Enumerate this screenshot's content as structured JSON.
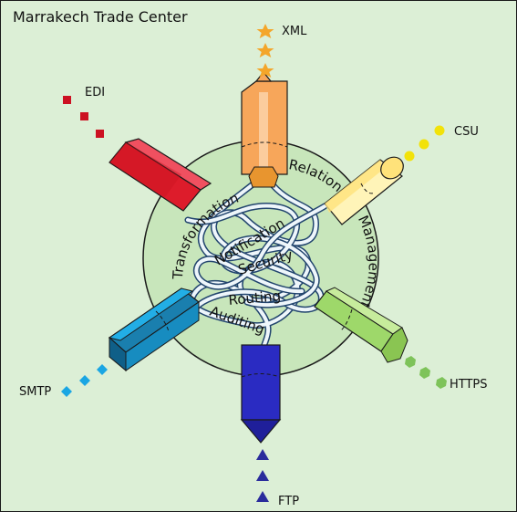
{
  "title": "Marrakech Trade Center",
  "protocols": {
    "xml": "XML",
    "edi": "EDI",
    "csu": "CSU",
    "smtp": "SMTP",
    "https": "HTTPS",
    "ftp": "FTP"
  },
  "services": {
    "transformation": "Transformation",
    "notification": "Notification",
    "security": "Security",
    "routing": "Routing",
    "auditing": "Auditing",
    "relationship_management": "Relationship Management"
  },
  "colors": {
    "xml": "#f7a65a",
    "edi": "#dd1c2b",
    "csu": "#ffe27a",
    "smtp": "#22aee6",
    "https": "#9ed86a",
    "ftp": "#2a2bc2",
    "hub": "#c8e6bb",
    "background": "#dcefd6"
  }
}
